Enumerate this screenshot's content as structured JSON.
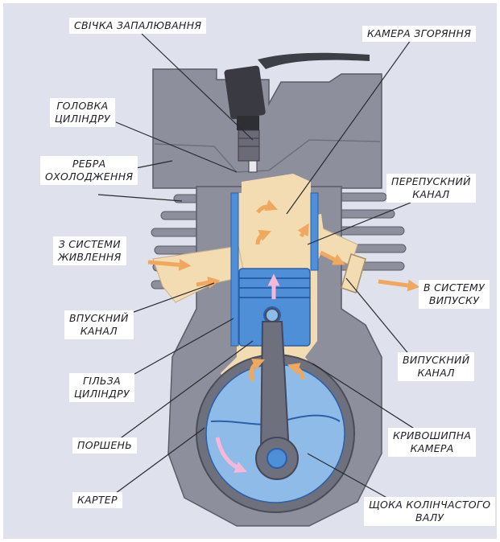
{
  "labels": {
    "spark_plug": "СВІЧКА ЗАПАЛЮВАННЯ",
    "combustion_chamber": "КАМЕРА ЗГОРЯННЯ",
    "cylinder_head": "ГОЛОВКА\nЦИЛІНДРУ",
    "cooling_fins": "РЕБРА\nОХОЛОДЖЕННЯ",
    "transfer_port": "ПЕРЕПУСКНИЙ\nКАНАЛ",
    "from_fuel_system": "З СИСТЕМИ\nЖИВЛЕННЯ",
    "to_exhaust_system": "В СИСТЕМУ\nВИПУСКУ",
    "intake_port": "ВПУСКНИЙ\nКАНАЛ",
    "exhaust_port": "ВИПУСКНИЙ\nКАНАЛ",
    "cylinder_liner": "ГІЛЬЗА\nЦИЛІНДРУ",
    "crank_chamber": "КРИВОШИПНА\nКАМЕРА",
    "piston": "ПОРШЕНЬ",
    "crankcase": "КАРТЕР",
    "crank_web": "ЩОКА КОЛІНЧАСТОГО\nВАЛУ"
  },
  "colors": {
    "background": "#dfe2ec",
    "engine_body": "#8e8f9d",
    "engine_dark": "#6e707e",
    "gas": "#f4dcb2",
    "flow_arrow": "#f0a860",
    "piston": "#4f8fd8",
    "crank": "#8fbbe8",
    "label_box": "#ffffff"
  }
}
